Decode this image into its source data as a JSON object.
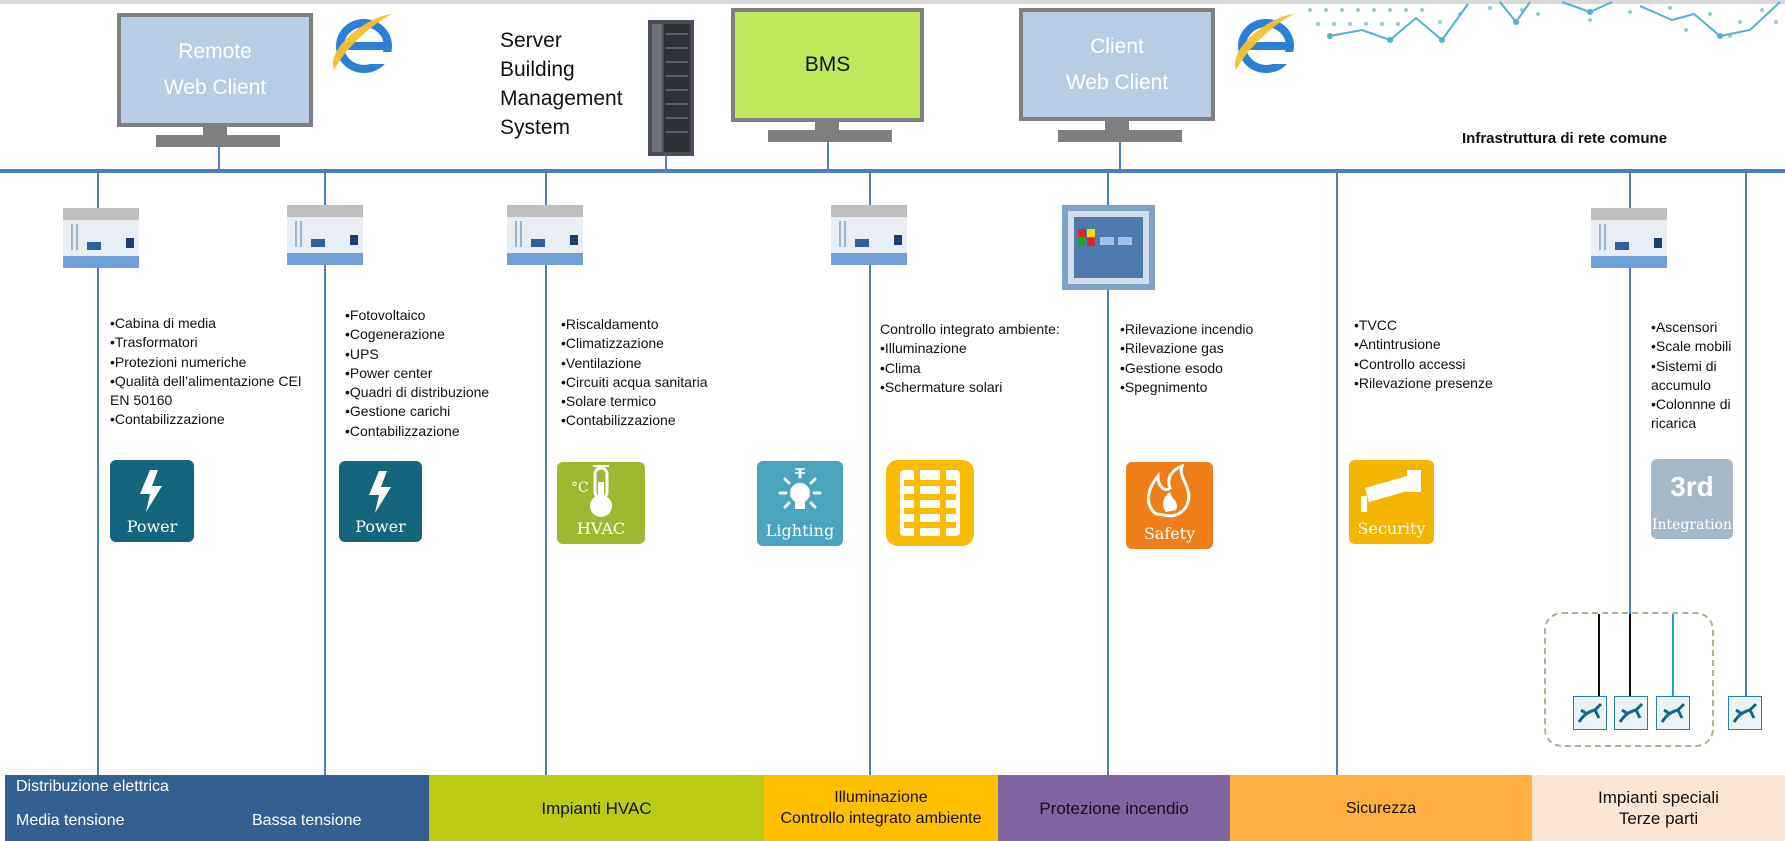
{
  "monitors": {
    "remote": {
      "line1": "Remote",
      "line2": "Web Client"
    },
    "bms": {
      "label": "BMS"
    },
    "client": {
      "line1": "Client",
      "line2": "Web Client"
    }
  },
  "server": {
    "lines": [
      "Server",
      "Building",
      "Management",
      "System"
    ]
  },
  "network": {
    "title": "Infrastruttura di rete comune"
  },
  "columns": [
    {
      "items": [
        "•Cabina di media",
        "•Trasformatori",
        "•Protezioni numeriche",
        "•Qualità dell’alimentazione CEI",
        "EN 50160",
        "•Contabilizzazione"
      ]
    },
    {
      "items": [
        "•Fotovoltaico",
        "•Cogenerazione",
        "•UPS",
        "•Power center",
        "•Quadri di distribuzione",
        "•Gestione carichi",
        "•Contabilizzazione"
      ]
    },
    {
      "items": [
        "•Riscaldamento",
        "•Climatizzazione",
        "•Ventilazione",
        "•Circuiti acqua sanitaria",
        "•Solare termico",
        "•Contabilizzazione"
      ]
    },
    {
      "items": [
        "Controllo integrato ambiente:",
        "•Illuminazione",
        "•Clima",
        "•Schermature solari"
      ]
    },
    {
      "items": [
        "•Rilevazione incendio",
        "•Rilevazione gas",
        "•Gestione esodo",
        "•Spegnimento"
      ]
    },
    {
      "items": [
        "•TVCC",
        "•Antintrusione",
        "•Controllo accessi",
        "•Rilevazione presenze"
      ]
    },
    {
      "items": [
        "•Ascensori",
        "•Scale mobili",
        "•Sistemi di",
        "accumulo",
        "•Colonnne di",
        "ricarica"
      ]
    }
  ],
  "tiles": {
    "power1": {
      "label": "Power",
      "icon": "lightning-icon",
      "color": "#15657f"
    },
    "power2": {
      "label": "Power",
      "icon": "lightning-icon",
      "color": "#15657f"
    },
    "hvac": {
      "label": "HVAC",
      "icon": "thermometer-icon",
      "color": "#9cb92f",
      "unit": "°C"
    },
    "lighting": {
      "label": "Lighting",
      "icon": "bulb-icon",
      "color": "#4aa3bf"
    },
    "shades": {
      "icon": "blinds-icon",
      "color": "#fbbb00"
    },
    "safety": {
      "label": "Safety",
      "icon": "flame-icon",
      "color": "#f07f1a"
    },
    "security": {
      "label": "Security",
      "icon": "camera-icon",
      "color": "#f5b400"
    },
    "integration": {
      "big": "3rd",
      "label": "Integration",
      "icon": "third-party-icon",
      "color": "#a7b8c9"
    }
  },
  "bottom": {
    "dist_title": "Distribuzione elettrica",
    "media": "Media tensione",
    "bassa": "Bassa tensione",
    "hvac": "Impianti HVAC",
    "illum1": "Illuminazione",
    "illum2": "Controllo integrato ambiente",
    "incendio": "Protezione incendio",
    "sicurezza": "Sicurezza",
    "speciali1": "Impianti speciali",
    "speciali2": "Terze parti"
  },
  "colors": {
    "network_line": "#4a7ebf",
    "monitor_blue": "#b8cce4",
    "bms_green": "#c0e85c",
    "band_dist": "#335f91",
    "band_hvac": "#bccb14",
    "band_illum": "#ffc000",
    "band_incendio": "#8064a2",
    "band_sicurezza": "#ffb040",
    "band_speciali": "#fde5d3"
  }
}
